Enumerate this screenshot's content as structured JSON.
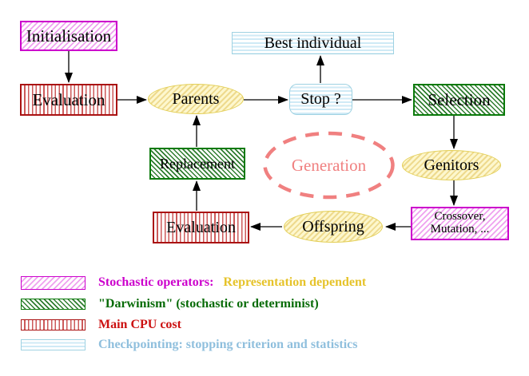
{
  "diagram": {
    "nodes": {
      "initialisation": {
        "label": "Initialisation",
        "style": "magenta-hatch"
      },
      "evaluation_top": {
        "label": "Evaluation",
        "style": "red-vertical-stripes"
      },
      "parents": {
        "label": "Parents",
        "style": "yellow-hatch-ellipse"
      },
      "best_individual": {
        "label": "Best individual",
        "style": "cyan-horizontal-stripes"
      },
      "stop": {
        "label": "Stop ?",
        "style": "cyan-horizontal-stripes-rounded"
      },
      "selection": {
        "label": "Selection",
        "style": "green-hatch"
      },
      "genitors": {
        "label": "Genitors",
        "style": "yellow-hatch-ellipse"
      },
      "crossover_mutation": {
        "line1": "Crossover,",
        "line2": "Mutation, ...",
        "style": "magenta-hatch"
      },
      "offspring": {
        "label": "Offspring",
        "style": "yellow-hatch-ellipse"
      },
      "evaluation_bottom": {
        "label": "Evaluation",
        "style": "red-vertical-stripes"
      },
      "replacement": {
        "label": "Replacement",
        "style": "green-hatch"
      },
      "generation": {
        "label": "Generation",
        "style": "salmon-dashed-ellipse"
      }
    },
    "edges": [
      {
        "from": "initialisation",
        "to": "evaluation_top"
      },
      {
        "from": "evaluation_top",
        "to": "parents"
      },
      {
        "from": "parents",
        "to": "stop"
      },
      {
        "from": "stop",
        "to": "best_individual"
      },
      {
        "from": "stop",
        "to": "selection"
      },
      {
        "from": "selection",
        "to": "genitors"
      },
      {
        "from": "genitors",
        "to": "crossover_mutation"
      },
      {
        "from": "crossover_mutation",
        "to": "offspring"
      },
      {
        "from": "offspring",
        "to": "evaluation_bottom"
      },
      {
        "from": "evaluation_bottom",
        "to": "replacement"
      },
      {
        "from": "replacement",
        "to": "parents"
      }
    ]
  },
  "legend": {
    "items": [
      {
        "pattern": "magenta-hatch-swatch",
        "label": "Stochastic operators:",
        "label2": "Representation dependent",
        "color": "#cc00cc",
        "color2": "#e6c32a"
      },
      {
        "pattern": "green-hatch-swatch",
        "label": "\"Darwinism\" (stochastic or determinist)",
        "color": "#076b07"
      },
      {
        "pattern": "red-vertical-stripes-swatch",
        "label": "Main CPU cost",
        "color": "#cc1111"
      },
      {
        "pattern": "cyan-horizontal-stripes-swatch",
        "label": "Checkpointing: stopping criterion and statistics",
        "color": "#8fbfdd"
      }
    ]
  },
  "colors": {
    "magenta": "#cc00cc",
    "red": "#aa1212",
    "green": "#0a7a0a",
    "cyan": "#9fd2e2",
    "yellow": "#e3cf55",
    "salmon": "#f08080",
    "black": "#000000"
  }
}
